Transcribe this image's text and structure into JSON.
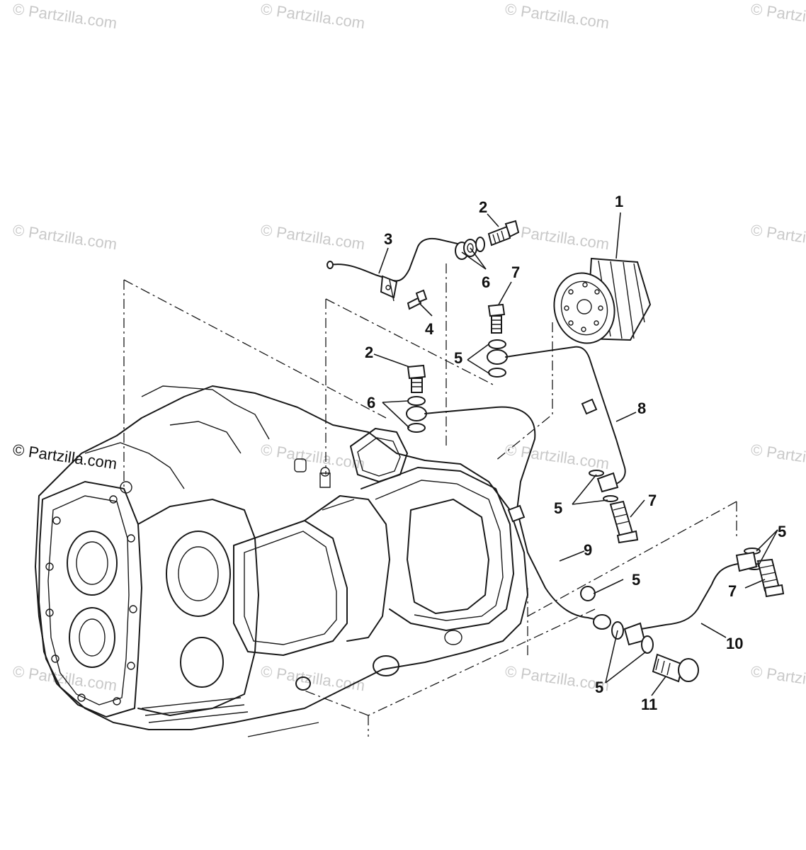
{
  "watermark": {
    "text": "© Partzilla.com",
    "prominent_text": "© Partzilla.com"
  },
  "callouts": [
    {
      "id": "c1",
      "label": "1"
    },
    {
      "id": "c2a",
      "label": "2"
    },
    {
      "id": "c2b",
      "label": "2"
    },
    {
      "id": "c3",
      "label": "3"
    },
    {
      "id": "c4",
      "label": "4"
    },
    {
      "id": "c5a",
      "label": "5"
    },
    {
      "id": "c5b",
      "label": "5"
    },
    {
      "id": "c5c",
      "label": "5"
    },
    {
      "id": "c5d",
      "label": "5"
    },
    {
      "id": "c5e",
      "label": "5"
    },
    {
      "id": "c6a",
      "label": "6"
    },
    {
      "id": "c6b",
      "label": "6"
    },
    {
      "id": "c7a",
      "label": "7"
    },
    {
      "id": "c7b",
      "label": "7"
    },
    {
      "id": "c7c",
      "label": "7"
    },
    {
      "id": "c8",
      "label": "8"
    },
    {
      "id": "c9",
      "label": "9"
    },
    {
      "id": "c10",
      "label": "10"
    },
    {
      "id": "c11",
      "label": "11"
    }
  ]
}
